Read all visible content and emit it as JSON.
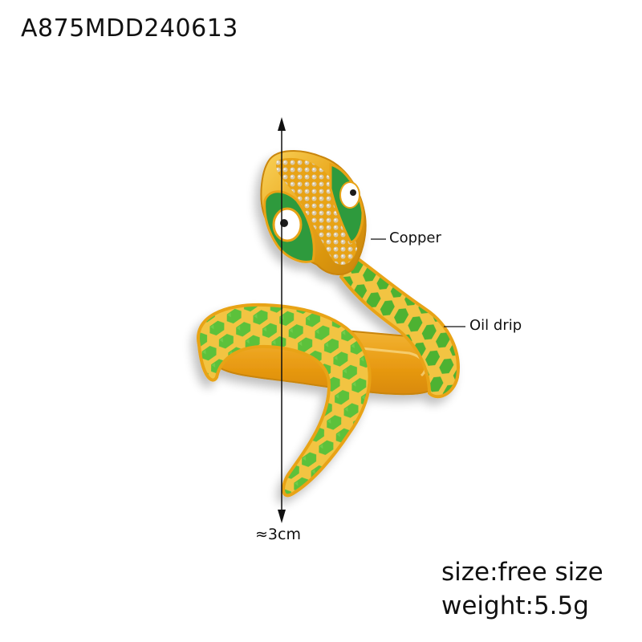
{
  "product": {
    "code": "A875MDD240613",
    "description_image": "gold snake ring with green enamel scales and zircon-studded head"
  },
  "callouts": [
    {
      "label": "Copper",
      "target": "snake-head-zircon"
    },
    {
      "label": "Oil drip",
      "target": "green-enamel-body"
    }
  ],
  "dimension": {
    "label": "≈3cm",
    "orientation": "vertical"
  },
  "specs": {
    "size": "size:free size",
    "weight": "weight:5.5g"
  },
  "colors": {
    "gold": "#E8A317",
    "gold_light": "#F7C948",
    "enamel_green": "#5CC13A",
    "enamel_dark_green": "#2E9A3E",
    "eye_white": "#FFFFFF",
    "pupil": "#1A1A1A",
    "text": "#111111",
    "background": "#FFFFFF"
  }
}
